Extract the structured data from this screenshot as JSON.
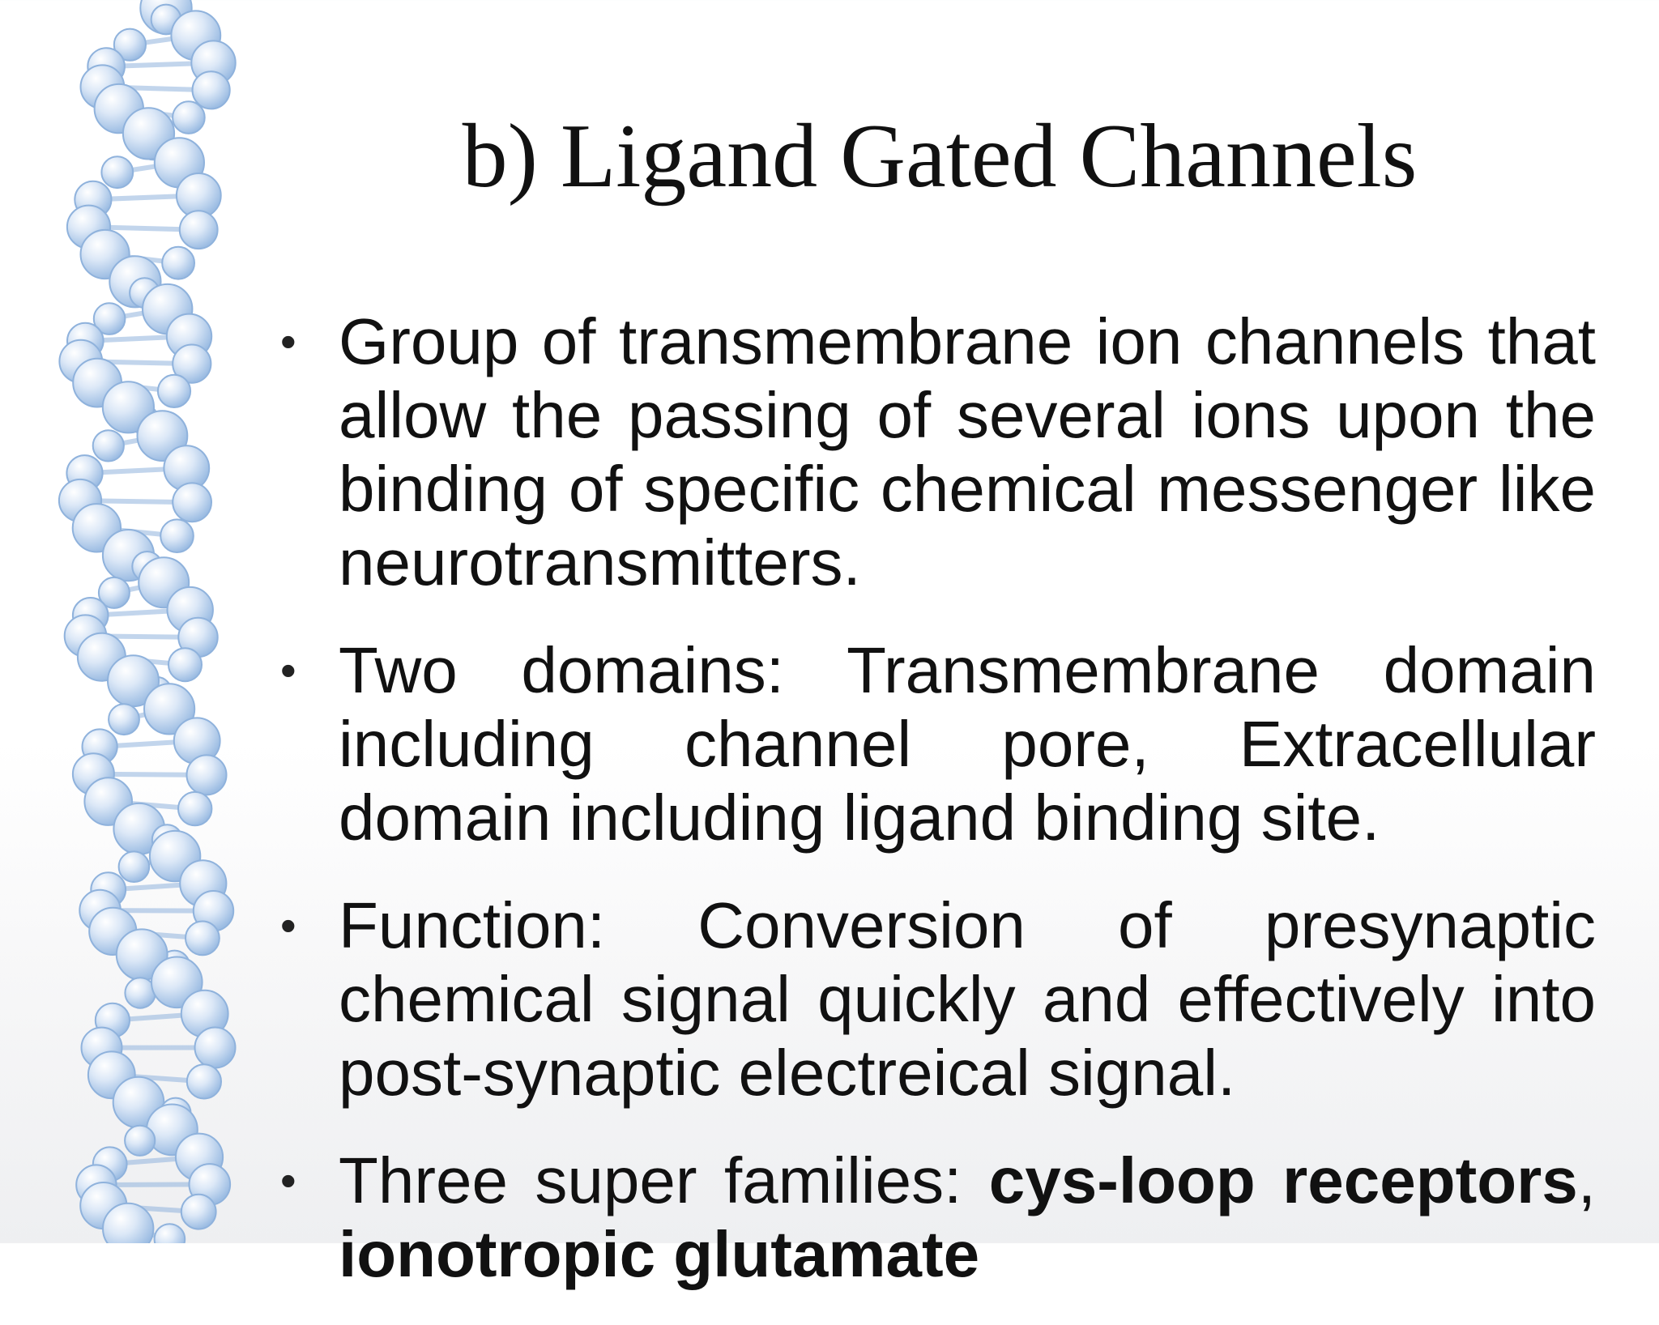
{
  "slide": {
    "title": "b) Ligand Gated Channels",
    "bullet_marker": "•",
    "bullets": [
      {
        "text": "Group of transmembrane ion channels that allow the passing of several ions upon the binding of specific chemical messenger like neurotransmitters."
      },
      {
        "text": "Two domains: Transmembrane domain including channel pore, Extracellular domain including ligand binding site."
      },
      {
        "text": "Function: Conversion of presynaptic chemical signal quickly and effectively into post-synaptic electreical signal."
      },
      {
        "text_before": "Three super families: ",
        "bold_1": "cys-loop receptors",
        "text_middle": ", ",
        "bold_2": "ionotropic glutamate"
      }
    ]
  },
  "colors": {
    "text": "#111111",
    "dna_fill": "#cfe0f4",
    "dna_stroke": "#8fb2dc"
  },
  "decoration": {
    "dna_icon": "dna-helix-icon"
  }
}
